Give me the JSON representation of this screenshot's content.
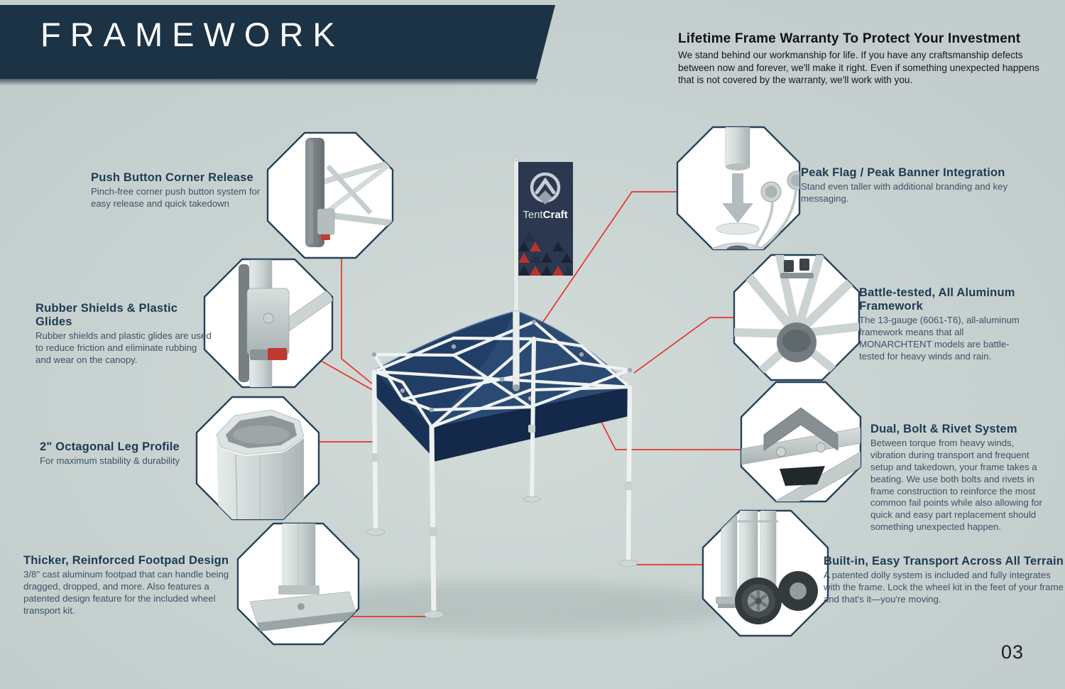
{
  "page": {
    "number": "03"
  },
  "banner": {
    "title": "FRAMEWORK"
  },
  "warranty": {
    "title": "Lifetime Frame Warranty To Protect Your Investment",
    "body": "We stand behind our workmanship for life. If you have any craftsmanship defects between now and forever, we'll make it right. Even if something unexpected happens that is not covered by the warranty, we'll work with you."
  },
  "flag": {
    "brand_tent": "Tent",
    "brand_craft": "Craft"
  },
  "features": [
    {
      "id": "push-button",
      "side": "left",
      "illustration": "corner-release-photo",
      "title": "Push Button Corner Release",
      "body": "Pinch-free corner push button system for easy release and quick takedown"
    },
    {
      "id": "rubber-shields",
      "side": "left",
      "illustration": "rubber-shield-glide-photo",
      "title": "Rubber Shields & Plastic Glides",
      "body": "Rubber shields and plastic glides are used to reduce friction and eliminate rubbing and wear on the canopy."
    },
    {
      "id": "octagonal-leg",
      "side": "left",
      "illustration": "octagonal-leg-profile-photo",
      "title": "2\" Octagonal Leg Profile",
      "body": "For maximum stability & durability"
    },
    {
      "id": "footpad",
      "side": "left",
      "illustration": "reinforced-footpad-photo",
      "title": "Thicker, Reinforced Footpad Design",
      "body": "3/8\" cast aluminum footpad that can handle being dragged, dropped, and more. Also features a patented design feature for the included wheel transport kit."
    },
    {
      "id": "peak-flag",
      "side": "right",
      "illustration": "peak-flag-mount-photo",
      "title": "Peak Flag / Peak Banner Integration",
      "body": "Stand even taller with additional branding and key messaging."
    },
    {
      "id": "battle-tested",
      "side": "right",
      "illustration": "aluminum-hub-photo",
      "title": "Battle-tested, All Aluminum Framework",
      "body": "The 13-gauge (6061-T6), all-aluminum framework means that all MONARCHTENT models are battle-tested for heavy winds and rain."
    },
    {
      "id": "dual-bolt",
      "side": "right",
      "illustration": "bolt-rivet-corner-photo",
      "title": "Dual, Bolt & Rivet System",
      "body": "Between torque from heavy winds, vibration during transport and frequent setup and takedown, your frame takes a beating. We use both bolts and rivets in frame construction to reinforce the most common fail points while also allowing for quick and easy part replacement should something unexpected happen."
    },
    {
      "id": "transport",
      "side": "right",
      "illustration": "wheel-kit-photo",
      "title": "Built-in, Easy Transport Across All Terrain",
      "body": "A patented dolly system is included and fully integrates with the frame. Lock the wheel kit in the feet of your frame and that's it—you're moving."
    }
  ],
  "colors": {
    "background": "#c9d3d1",
    "banner": "#1c3345",
    "accent_line": "#e8332b",
    "canopy": "#24426b",
    "heading": "#1e3a54",
    "body_text": "#3d5268"
  }
}
